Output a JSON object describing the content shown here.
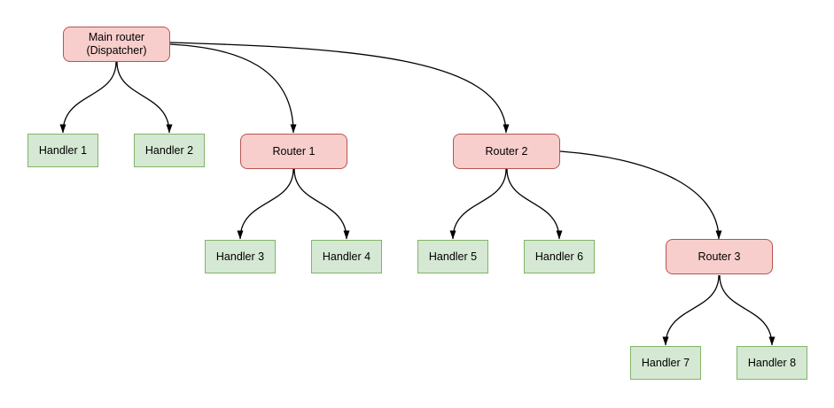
{
  "diagram": {
    "type": "tree",
    "colors": {
      "router_fill": "#f8cecc",
      "router_stroke": "#b85450",
      "handler_fill": "#d5e8d4",
      "handler_stroke": "#82b366",
      "edge": "#000000",
      "text": "#000000",
      "background": "#ffffff"
    },
    "nodes": [
      {
        "id": "main-router",
        "label": "Main router (Dispatcher)",
        "type": "router"
      },
      {
        "id": "handler-1",
        "label": "Handler 1",
        "type": "handler"
      },
      {
        "id": "handler-2",
        "label": "Handler 2",
        "type": "handler"
      },
      {
        "id": "router-1",
        "label": "Router 1",
        "type": "router"
      },
      {
        "id": "router-2",
        "label": "Router 2",
        "type": "router"
      },
      {
        "id": "handler-3",
        "label": "Handler 3",
        "type": "handler"
      },
      {
        "id": "handler-4",
        "label": "Handler 4",
        "type": "handler"
      },
      {
        "id": "handler-5",
        "label": "Handler 5",
        "type": "handler"
      },
      {
        "id": "handler-6",
        "label": "Handler 6",
        "type": "handler"
      },
      {
        "id": "router-3",
        "label": "Router 3",
        "type": "router"
      },
      {
        "id": "handler-7",
        "label": "Handler 7",
        "type": "handler"
      },
      {
        "id": "handler-8",
        "label": "Handler 8",
        "type": "handler"
      }
    ],
    "edges": [
      {
        "from": "main-router",
        "to": "handler-1"
      },
      {
        "from": "main-router",
        "to": "handler-2"
      },
      {
        "from": "main-router",
        "to": "router-1"
      },
      {
        "from": "main-router",
        "to": "router-2"
      },
      {
        "from": "router-1",
        "to": "handler-3"
      },
      {
        "from": "router-1",
        "to": "handler-4"
      },
      {
        "from": "router-2",
        "to": "handler-5"
      },
      {
        "from": "router-2",
        "to": "handler-6"
      },
      {
        "from": "router-2",
        "to": "router-3"
      },
      {
        "from": "router-3",
        "to": "handler-7"
      },
      {
        "from": "router-3",
        "to": "handler-8"
      }
    ]
  }
}
